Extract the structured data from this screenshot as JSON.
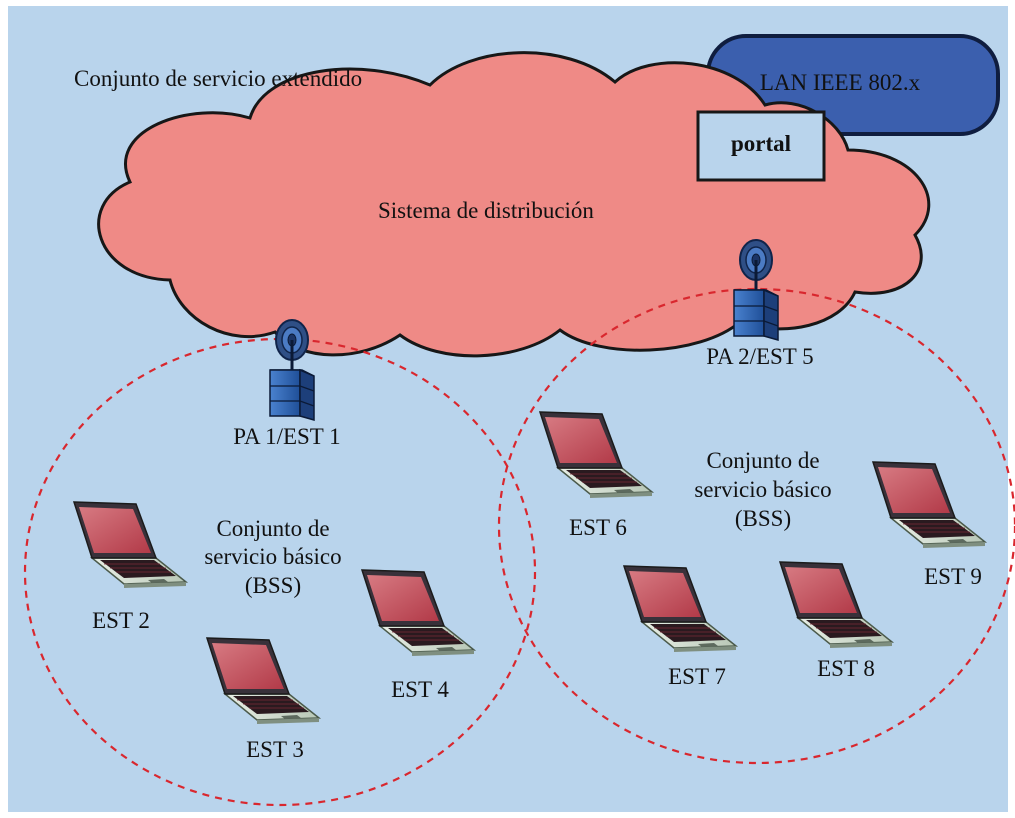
{
  "ess_label": "Conjunto de servicio extendido",
  "ds_label": "Sistema de distribución",
  "lan_label": "LAN IEEE 802.x",
  "portal_label": "portal",
  "bss_left": {
    "line1": "Conjunto de",
    "line2": "servicio básico",
    "line3": "(BSS)"
  },
  "bss_right": {
    "line1": "Conjunto de",
    "line2": "servicio básico",
    "line3": "(BSS)"
  },
  "ap1_label": "PA 1/EST 1",
  "ap2_label": "PA 2/EST 5",
  "stations": {
    "est2": "EST 2",
    "est3": "EST 3",
    "est4": "EST 4",
    "est6": "EST 6",
    "est7": "EST 7",
    "est8": "EST 8",
    "est9": "EST 9"
  },
  "colors": {
    "background": "#b9d4ec",
    "cloud": "#ef8a86",
    "lan": "#3b5fae",
    "bss_circle": "#d9272e",
    "ap_box": "#2f63b1",
    "laptop_screen": "#c44a56"
  },
  "icons": [
    "cloud-icon",
    "access-point-icon",
    "laptop-icon"
  ]
}
